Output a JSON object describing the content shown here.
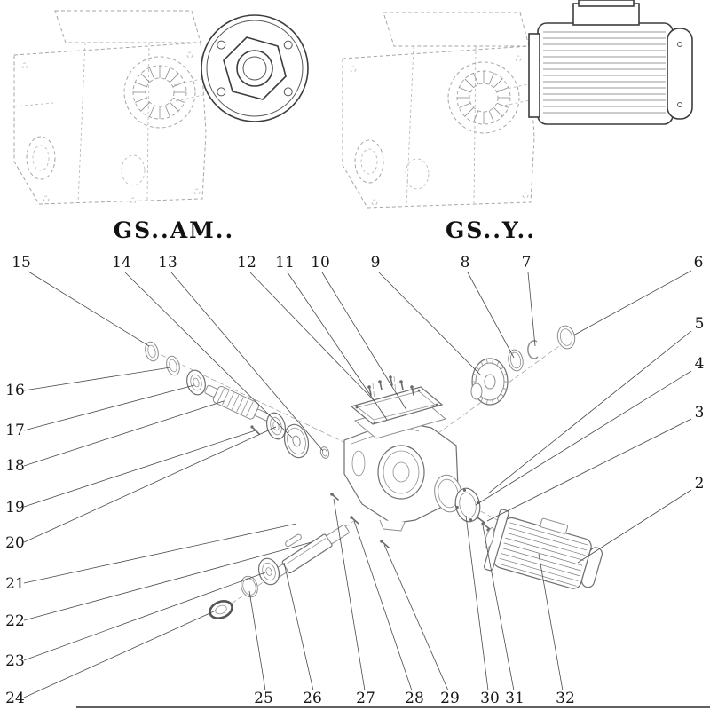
{
  "page": {
    "background": "#ffffff"
  },
  "top_views": [
    {
      "label": "GS..AM.."
    },
    {
      "label": "GS..Y.."
    }
  ],
  "exploded_view": {
    "callouts": [
      "15",
      "14",
      "13",
      "12",
      "11",
      "10",
      "9",
      "8",
      "7",
      "6",
      "5",
      "4",
      "3",
      "2",
      "16",
      "17",
      "18",
      "19",
      "20",
      "21",
      "22",
      "23",
      "24",
      "25",
      "26",
      "27",
      "28",
      "29",
      "30",
      "31",
      "32"
    ]
  },
  "colors": {
    "ink": "#161616",
    "line_art_light": "#a6a6a6",
    "line_art_mid": "#8c8c8c",
    "line_art_dark": "#3c3c3c",
    "leader_line": "#4a4a4a"
  }
}
